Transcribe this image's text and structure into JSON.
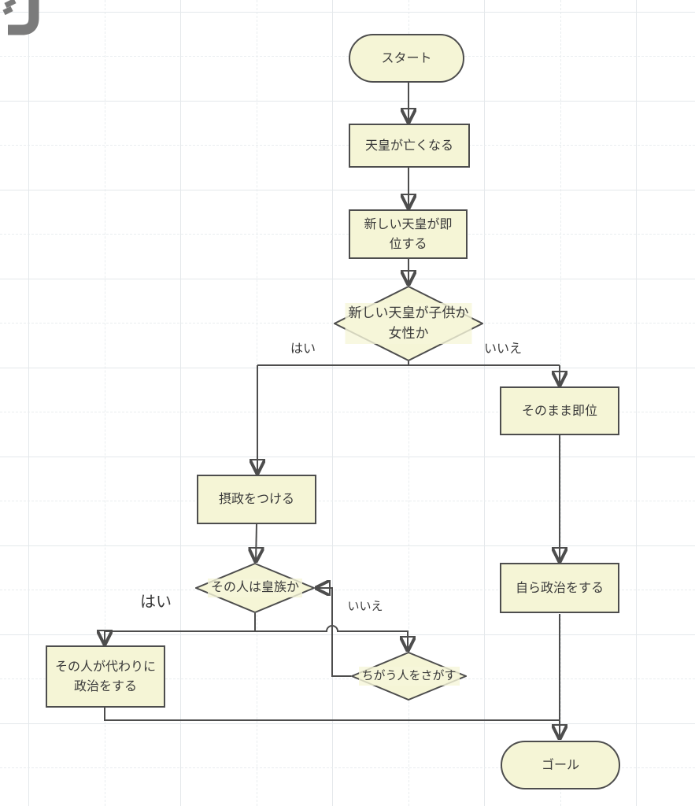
{
  "nodes": {
    "start": {
      "line1": "スタート"
    },
    "emperor_dies": {
      "line1": "天皇が亡くなる"
    },
    "new_emperor": {
      "line1": "新しい天皇が即",
      "line2": "位する"
    },
    "child_or_woman": {
      "line1": "新しい天皇が子供か",
      "line2": "女性か"
    },
    "ascend_as_is": {
      "line1": "そのまま即位"
    },
    "appoint_regent": {
      "line1": "摂政をつける"
    },
    "is_imperial_family": {
      "line1": "その人は皇族か"
    },
    "substitute_governs": {
      "line1": "その人が代わりに",
      "line2": "政治をする"
    },
    "find_another": {
      "line1": "ちがう人をさがす"
    },
    "self_governs": {
      "line1": "自ら政治をする"
    },
    "goal": {
      "line1": "ゴール"
    }
  },
  "edge_labels": {
    "yes1": "はい",
    "no1": "いいえ",
    "yes2": "はい",
    "no2": "いいえ"
  },
  "colors": {
    "node_fill": "#F5F5D6",
    "node_border": "#4D4D4D",
    "connector": "#4D4D4D",
    "text": "#3A3A3A",
    "grid_solid": "#E4E8EB",
    "grid_dash": "#E9EDEF",
    "label_bg": "rgba(246,246,218,0.8)",
    "icon_gray": "#7B7B7B"
  }
}
